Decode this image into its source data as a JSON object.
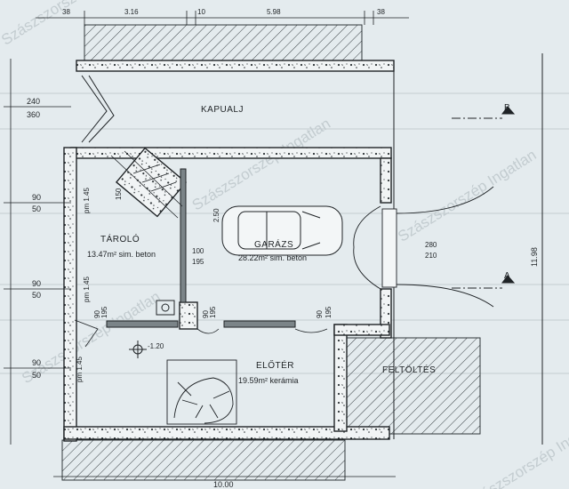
{
  "watermark": "Szászszorszép Ingatlan",
  "rooms": {
    "kapualj": {
      "name": "KAPUALJ"
    },
    "tarolo": {
      "name": "TÁROLÓ",
      "area": "13.47m² sim. beton"
    },
    "garazs": {
      "name": "GARÁZS",
      "area": "28.22m² sim. beton"
    },
    "eloter": {
      "name": "ELŐTÉR",
      "area": "19.59m² kerámia"
    },
    "feltoltes": {
      "name": "FELTÖLTÉS"
    }
  },
  "dimensions": {
    "top": [
      "38",
      "3.16",
      "10",
      "5.98",
      "38"
    ],
    "left": [
      {
        "a": "240",
        "b": "360"
      },
      {
        "a": "90",
        "b": "50"
      },
      {
        "a": "90",
        "b": "50"
      },
      {
        "a": "90",
        "b": "50"
      }
    ],
    "bottom": "10.00",
    "right": "11.98",
    "pm": [
      "pm 1.45",
      "pm 1.45",
      "pm 1.45"
    ],
    "stair_150": "150",
    "car_250": "2.50",
    "door_100_195": {
      "a": "100",
      "b": "195"
    },
    "door_280_210": {
      "a": "280",
      "b": "210"
    },
    "door_90_195_a": {
      "a": "90",
      "b": "195"
    },
    "door_90_195_b": {
      "a": "90",
      "b": "195"
    },
    "door_90_195_c": {
      "a": "90",
      "b": "195"
    },
    "level": "-1.20"
  },
  "section_markers": {
    "a": "A",
    "b": "B"
  }
}
